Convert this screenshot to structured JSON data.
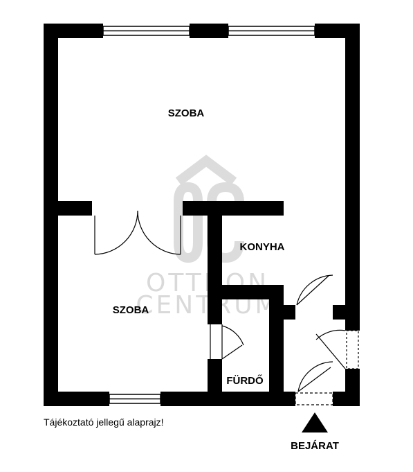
{
  "watermark": {
    "logo_letters": "OC",
    "line1": "OTTHON",
    "line2": "CENTRUM"
  },
  "rooms": {
    "room_top": "SZOBA",
    "room_bottom": "SZOBA",
    "kitchen": "KONYHA",
    "bathroom": "FÜRDŐ"
  },
  "entrance_label": "BEJÁRAT",
  "disclaimer": "Tájékoztató jellegű alaprajz!",
  "colors": {
    "wall": "#000000",
    "background": "#ffffff",
    "watermark": "#d9d9d9"
  }
}
